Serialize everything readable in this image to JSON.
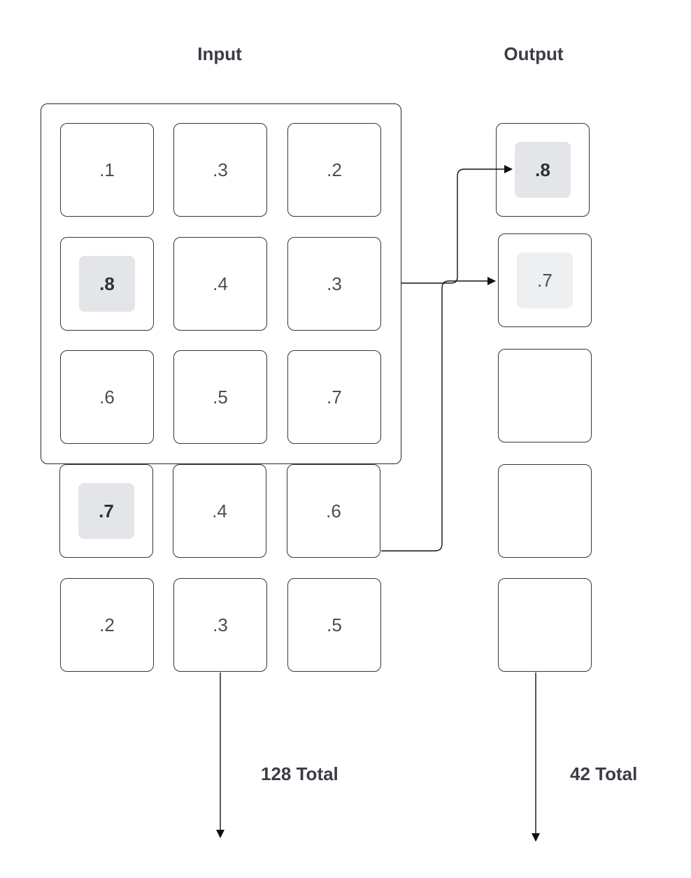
{
  "headings": {
    "input": "Input",
    "output": "Output"
  },
  "input_grid": [
    [
      ".1",
      ".3",
      ".2"
    ],
    [
      ".8",
      ".4",
      ".3"
    ],
    [
      ".6",
      ".5",
      ".7"
    ],
    [
      ".7",
      ".4",
      ".6"
    ],
    [
      ".2",
      ".3",
      ".5"
    ]
  ],
  "input_highlights": [
    "r1c0",
    "r3c0"
  ],
  "output_column": [
    ".8",
    ".7",
    "",
    "",
    ""
  ],
  "totals": {
    "input": "128 Total",
    "output": "42 Total"
  }
}
